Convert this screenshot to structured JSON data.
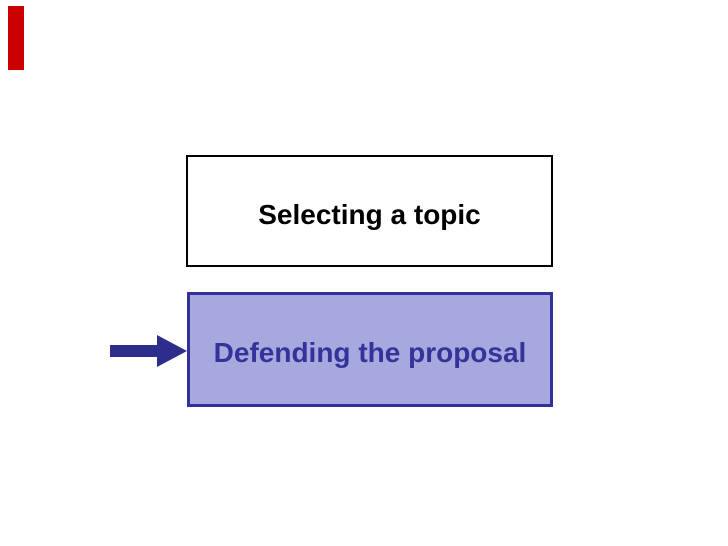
{
  "slide": {
    "boxes": [
      {
        "id": "selecting-topic",
        "label": "Selecting a topic",
        "state": "default"
      },
      {
        "id": "defending-proposal",
        "label": "Defending the proposal",
        "state": "highlighted"
      }
    ],
    "marker": {
      "shape": "right-arrow",
      "points_to": "defending-proposal"
    }
  },
  "colors": {
    "accent_bar": "#CC0000",
    "box_default_fill": "#FFFFFF",
    "box_default_border": "#000000",
    "box_default_text": "#000000",
    "box_highlight_fill": "#A7A8DE",
    "box_highlight_border": "#32319B",
    "box_highlight_text": "#333399",
    "arrow": "#2D2D8B"
  }
}
